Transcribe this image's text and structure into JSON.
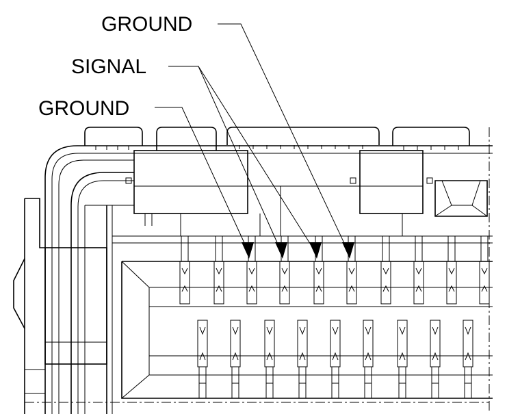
{
  "labels": {
    "ground_top": "GROUND",
    "signal": "SIGNAL",
    "ground_bottom": "GROUND"
  },
  "colors": {
    "line": "#000000",
    "background": "#ffffff"
  }
}
